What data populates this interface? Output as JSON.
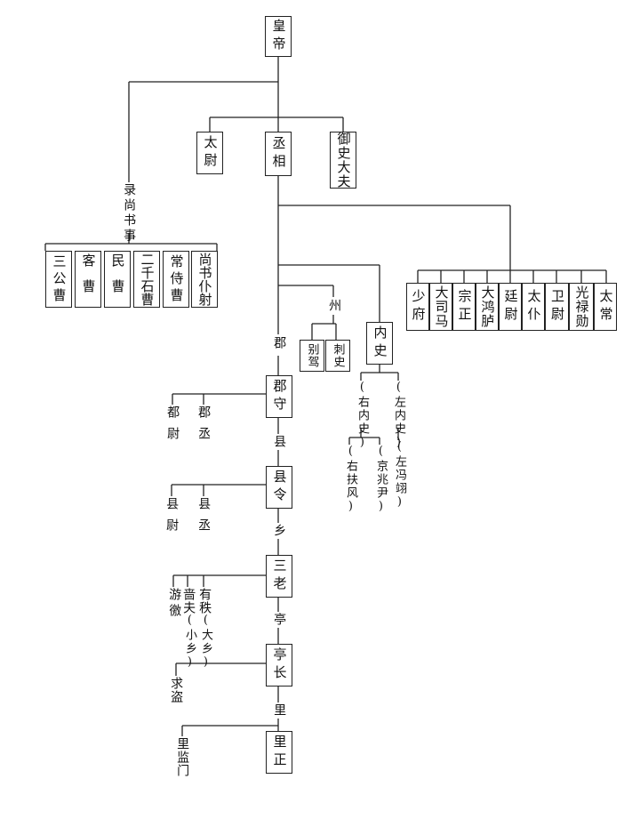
{
  "top": {
    "emperor": "皇帝"
  },
  "ministers": {
    "taiwei": "太尉",
    "chengxiang": "丞相",
    "yushi": "御史大夫"
  },
  "shangshu": {
    "title": "录尚书事",
    "offices": [
      "三公曹",
      "客曹",
      "民曹",
      "二千石曹",
      "常侍曹",
      "尚书仆射"
    ]
  },
  "nine_ministers": [
    "少府",
    "大司马",
    "宗正",
    "大鸿胪",
    "廷尉",
    "太仆",
    "卫尉",
    "光禄勋",
    "太常"
  ],
  "zhou": {
    "label": "州",
    "bie_jia": "别驾",
    "ci_shi": "刺史"
  },
  "nei_shi": {
    "title": "内史",
    "right": "(右内史)",
    "left": "(左内史)",
    "fufeng": "(右扶风)",
    "jingzhao": "(京兆尹)",
    "pingyi": "(左冯翊)"
  },
  "chain": {
    "jun_label": "郡",
    "jun_shou": "郡守",
    "du_wei": "都尉",
    "jun_cheng": "郡丞",
    "xian_label": "县",
    "xian_ling": "县令",
    "xian_wei": "县尉",
    "xian_cheng": "县丞",
    "xiang_label": "乡",
    "san_lao": "三老",
    "you_jiao": "游徼",
    "se_fu": "啬夫",
    "xiao_xiang": "(小乡)",
    "you_zhi": "有秩",
    "da_xiang": "(大乡)",
    "ting_label": "亭",
    "ting_zhang": "亭长",
    "qiu_dao": "求盗",
    "li_label": "里",
    "li_zheng": "里正",
    "li_jian_men": "里监门"
  }
}
